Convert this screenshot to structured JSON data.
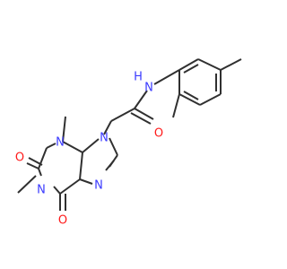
{
  "molecule": {
    "atoms": {
      "nh": "H",
      "nh_n": "N",
      "o_amide": "O",
      "n9": "N",
      "n3": "N",
      "n1": "N",
      "n7": "N",
      "o2": "O",
      "o6": "O"
    },
    "colors": {
      "bond": "#303030",
      "nitrogen": "#3b3bff",
      "oxygen": "#ff1a1a"
    }
  }
}
